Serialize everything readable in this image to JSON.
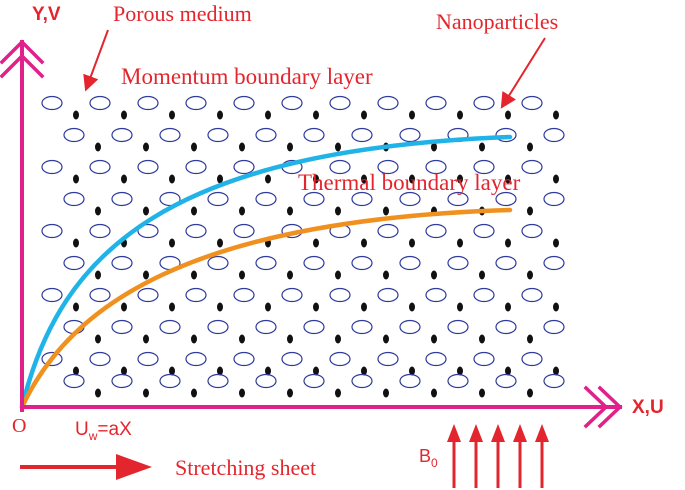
{
  "labels": {
    "y_axis": "Y,V",
    "x_axis": "X,U",
    "origin": "O",
    "porous": "Porous medium",
    "nano": "Nanoparticles",
    "momentum": "Momentum boundary layer",
    "thermal": "Thermal boundary layer",
    "stretching": "Stretching sheet",
    "uw_main": "U",
    "uw_sub": "w",
    "uw_rest": "=aX",
    "b_main": "B",
    "b_sub": "0"
  },
  "colors": {
    "axis": "#e0218a",
    "label": "#e3262e",
    "momentum_curve": "#1fb3e8",
    "thermal_curve": "#f0901e",
    "ellipse_stroke": "#2e3a9c",
    "particle": "#111111"
  }
}
